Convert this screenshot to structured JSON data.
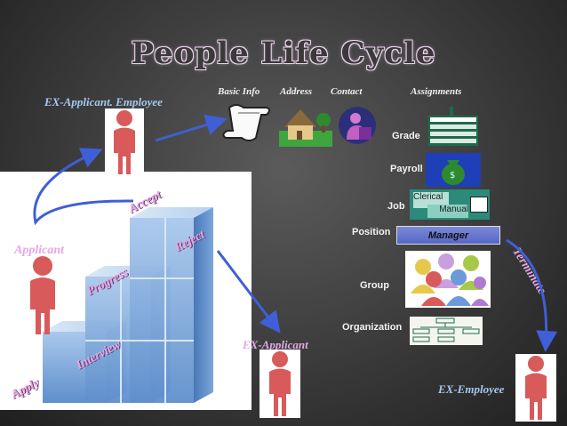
{
  "title": "People Life Cycle",
  "nodes": {
    "ex_applicant_employee": "EX-Applicant. Employee",
    "applicant": "Applicant",
    "ex_applicant": "EX-Applicant",
    "ex_employee": "EX-Employee"
  },
  "stairs": {
    "apply": "Apply",
    "interview": "Interview",
    "progress": "Progress",
    "accept": "Accept",
    "reject": "Reject"
  },
  "terminate": "Terminate",
  "headers": {
    "basic_info": "Basic Info",
    "address": "Address",
    "contact": "Contact",
    "assignments": "Assignments"
  },
  "rows": {
    "grade": "Grade",
    "payroll": "Payroll",
    "job": "Job",
    "position": "Position",
    "group": "Group",
    "organization": "Organization"
  },
  "job_box": {
    "line1": "Clerical",
    "line2": "Manual"
  },
  "position_box": "Manager",
  "colors": {
    "arrow": "#3f5fd6",
    "person": "#d85a5a",
    "stair": "#6e9fd6",
    "accent": "#a6c8ee"
  }
}
